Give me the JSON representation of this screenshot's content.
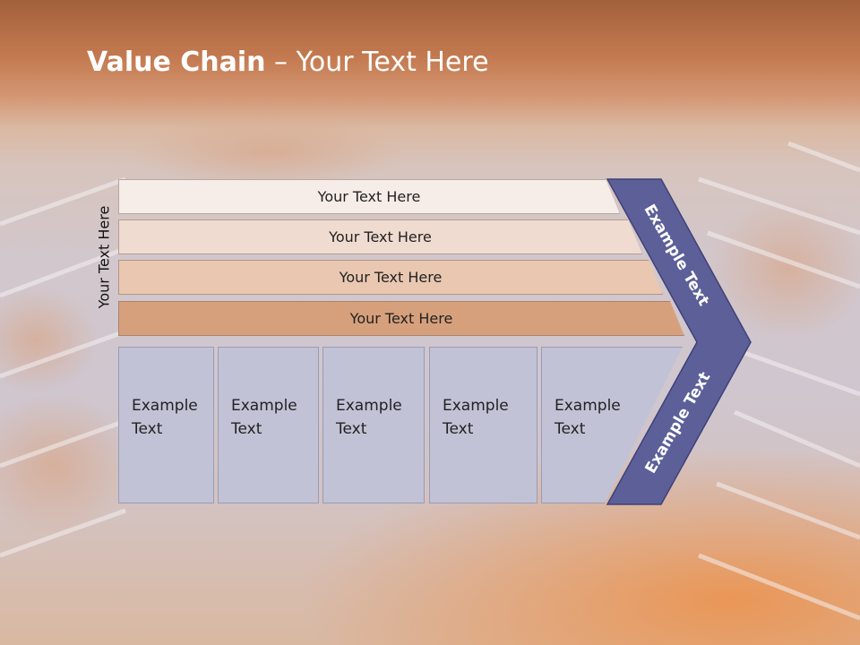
{
  "title": {
    "bold": "Value Chain",
    "rest": " – Your Text Here"
  },
  "side_label": "Your Text Here",
  "rows": [
    "Your Text Here",
    "Your Text Here",
    "Your Text Here",
    "Your Text Here"
  ],
  "cards": [
    {
      "line1": "Example",
      "line2": "Text"
    },
    {
      "line1": "Example",
      "line2": "Text"
    },
    {
      "line1": "Example",
      "line2": "Text"
    },
    {
      "line1": "Example",
      "line2": "Text"
    },
    {
      "line1": "Example",
      "line2": "Text"
    }
  ],
  "chevron": {
    "upper": "Example Text",
    "lower": "Example Text"
  },
  "colors": {
    "chevron": "#5c5f98",
    "card": "#c1c2d6",
    "row_dark": "#d7a07c"
  }
}
